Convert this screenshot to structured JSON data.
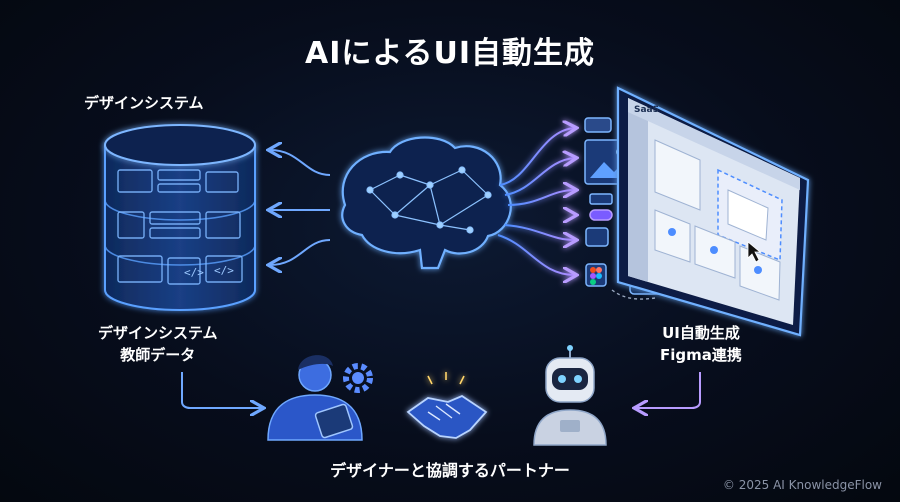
{
  "title": "AIによるUI自動生成",
  "labels": {
    "design_system": "デザインシステム",
    "teacher_line1": "デザインシステム",
    "teacher_line2": "教師データ",
    "ui_gen_line1": "UI自動生成",
    "ui_gen_line2": "Figma連携",
    "partner": "デザイナーと協調するパートナー"
  },
  "mockup": {
    "brand": "SaaS"
  },
  "copyright": "© 2025 AI KnowledgeFlow",
  "colors": {
    "accent_blue": "#4d8dff",
    "accent_purple": "#9a7cff",
    "background": "#070d1c"
  }
}
